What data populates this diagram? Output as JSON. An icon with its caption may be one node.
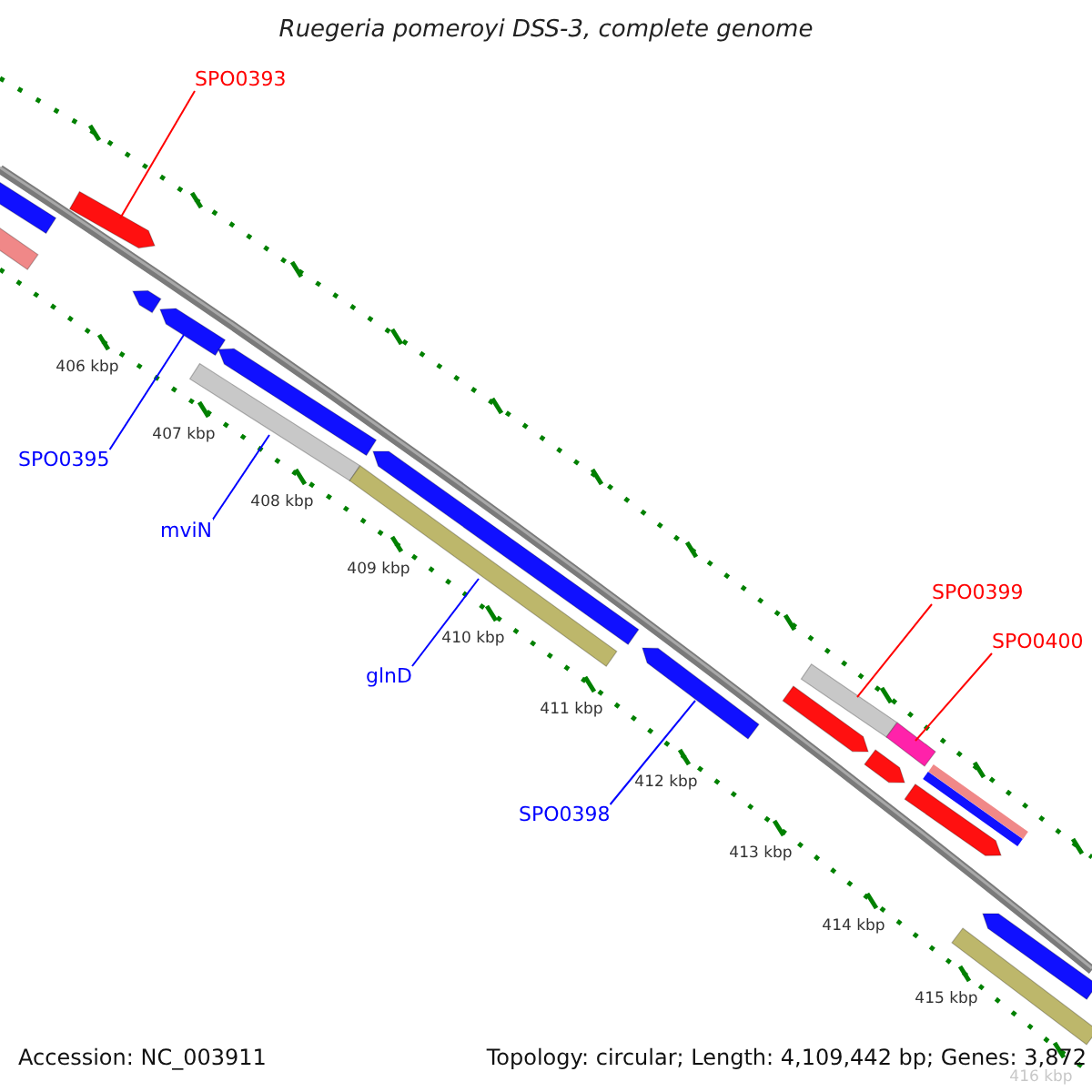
{
  "diagram": {
    "title": "Ruegeria pomeroyi DSS-3, complete genome",
    "nodes": [
      {
        "text": [
          "SPO0393"
        ]
      },
      {
        "text": [
          "SPO0395"
        ]
      },
      {
        "text": [
          "mviN"
        ]
      },
      {
        "text": [
          "SPO0399"
        ]
      },
      {
        "text": [
          "SPO0400"
        ]
      },
      {
        "text": [
          "glnD"
        ]
      },
      {
        "text": [
          "SPO0398"
        ]
      },
      {
        "text": [],
        "shape": "bar"
      },
      {
        "text": [],
        "shape": "bar"
      },
      {
        "text": [],
        "shape": "bar"
      },
      {
        "text": [],
        "shape": "bar"
      },
      {
        "text": [],
        "shape": "bar"
      },
      {
        "text": [],
        "shape": "bar"
      },
      {
        "text": [],
        "shape": "bar"
      },
      {
        "text": [],
        "shape": "bar"
      },
      {
        "text": [],
        "shape": "bar"
      },
      {
        "text": [],
        "shape": "bar"
      },
      {
        "text": [],
        "shape": "bar"
      },
      {
        "text": [],
        "shape": "bar"
      },
      {
        "text": [],
        "shape": "bar"
      },
      {
        "text": [],
        "shape": "bar"
      },
      {
        "text": [],
        "shape": "bar"
      },
      {
        "text": [],
        "shape": "bar"
      },
      {
        "text": [],
        "shape": "bar"
      },
      {
        "text": [],
        "shape": "bar"
      }
    ],
    "edges": [
      {
        "from": 0,
        "to": 9,
        "arrow": "none",
        "color": "#ff0000"
      },
      {
        "from": 1,
        "to": 11,
        "arrow": "none"
      },
      {
        "from": 2,
        "to": 12,
        "arrow": "none"
      },
      {
        "from": 3,
        "to": 18,
        "arrow": "none",
        "color": "#ff0000"
      },
      {
        "from": 4,
        "to": 20,
        "arrow": "none",
        "color": "#ff0000"
      },
      {
        "from": 5,
        "to": 14,
        "arrow": "none"
      },
      {
        "from": 6,
        "to": 16,
        "arrow": "none"
      }
    ],
    "labels": [
      "406 kbp",
      "407 kbp",
      "408 kbp",
      "409 kbp",
      "410 kbp",
      "411 kbp",
      "412 kbp",
      "413 kbp",
      "414 kbp",
      "415 kbp",
      "416 kbp",
      "Accession: NC_003911",
      "Topology: circular; Length: 4,109,442 bp; Genes: 3,872"
    ]
  }
}
